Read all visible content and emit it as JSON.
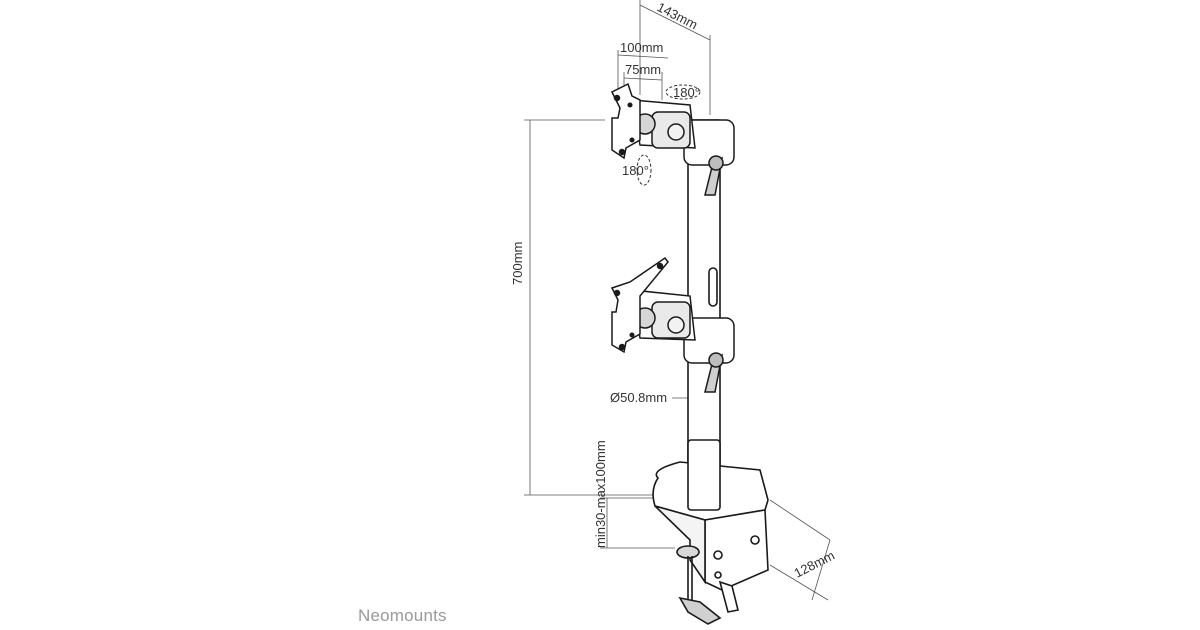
{
  "brand": "Neomounts",
  "dimensions": {
    "top_width": "143mm",
    "vesa_max": "100mm",
    "vesa_min": "75mm",
    "rotation_top": "180°",
    "rotation_side": "180°",
    "pole_height": "700mm",
    "pole_diameter": "Ø50.8mm",
    "clamp_range": "min30-max100mm",
    "clamp_depth": "128mm"
  },
  "colors": {
    "line": "#1a1a1a",
    "dimension_line": "#555555",
    "brand_text": "#9a9a9a"
  }
}
